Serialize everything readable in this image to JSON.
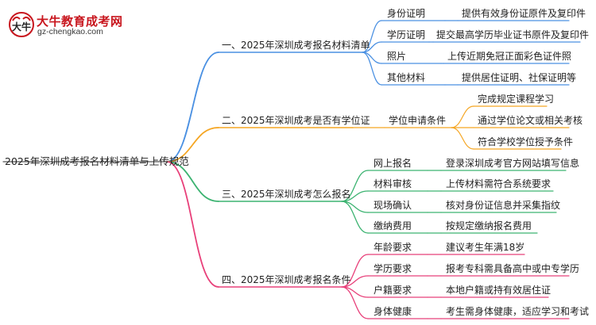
{
  "logo": {
    "title": "大牛教育成考网",
    "url": "gz-chengkao.com"
  },
  "colors": {
    "blue": "#4a90e2",
    "orange": "#f5a623",
    "green": "#3cb371",
    "pink": "#e8407a"
  },
  "mindmap": {
    "root": "2025年深圳成考报名材料清单与上传规范",
    "branches": [
      {
        "title": "一、2025年深圳成考报名材料清单",
        "color": "blue",
        "items": [
          {
            "label": "身份证明",
            "detail": "提供有效身份证原件及复印件"
          },
          {
            "label": "学历证明",
            "detail": "提交最高学历毕业证书原件及复印件"
          },
          {
            "label": "照片",
            "detail": "上传近期免冠正面彩色证件照"
          },
          {
            "label": "其他材料",
            "detail": "提供居住证明、社保证明等"
          }
        ]
      },
      {
        "title": "二、2025年深圳成考是否有学位证",
        "color": "orange",
        "items": [
          {
            "label": "学位申请条件",
            "children": [
              "完成规定课程学习",
              "通过学位论文或相关考核",
              "符合学校学位授予条件"
            ]
          }
        ]
      },
      {
        "title": "三、2025年深圳成考怎么报名",
        "color": "green",
        "items": [
          {
            "label": "网上报名",
            "detail": "登录深圳成考官方网站填写信息"
          },
          {
            "label": "材料审核",
            "detail": "上传材料需符合系统要求"
          },
          {
            "label": "现场确认",
            "detail": "核对身份证信息并采集指纹"
          },
          {
            "label": "缴纳费用",
            "detail": "按规定缴纳报名费用"
          }
        ]
      },
      {
        "title": "四、2025年深圳成考报名条件",
        "color": "pink",
        "items": [
          {
            "label": "年龄要求",
            "detail": "建议考生年满18岁"
          },
          {
            "label": "学历要求",
            "detail": "报考专科需具备高中或中专学历"
          },
          {
            "label": "户籍要求",
            "detail": "本地户籍或持有效居住证"
          },
          {
            "label": "身体健康",
            "detail": "考生需身体健康，适应学习和考试"
          }
        ]
      }
    ]
  }
}
